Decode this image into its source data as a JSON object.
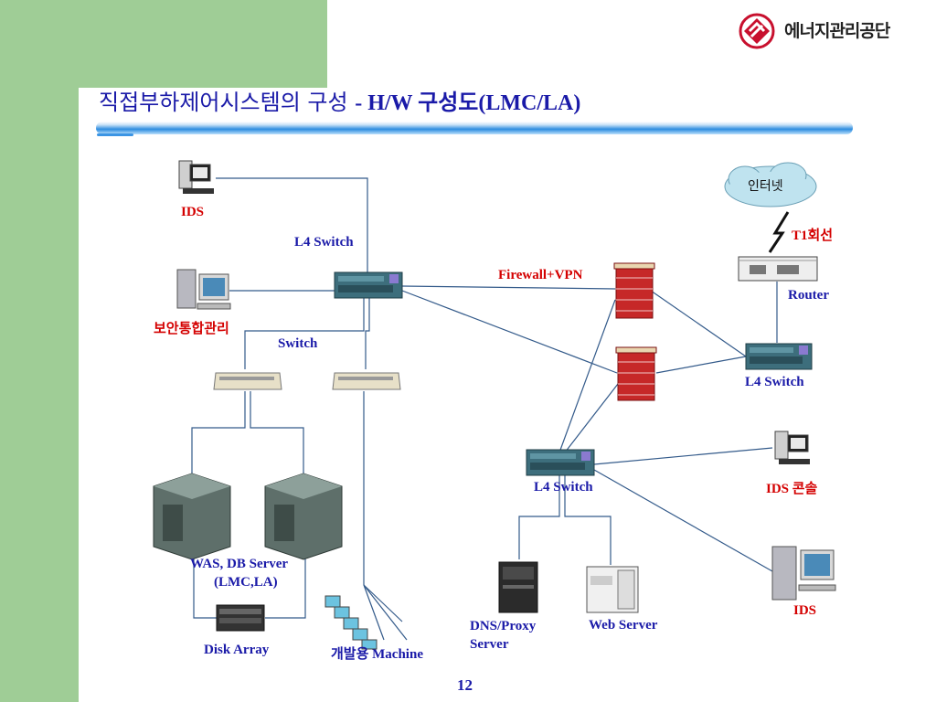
{
  "header": {
    "title_main": "직접부하제어시스템의 구성 ",
    "title_sub": "- H/W 구성도(LMC/LA)",
    "logo_text": "에너지관리공단"
  },
  "labels": {
    "ids_top": "IDS",
    "l4_switch_left": "L4 Switch",
    "security_mgmt": "보안통합관리",
    "switch": "Switch",
    "firewall_vpn": "Firewall+VPN",
    "internet": "인터넷",
    "t1_line": "T1회선",
    "router": "Router",
    "l4_switch_right": "L4 Switch",
    "l4_switch_center": "L4 Switch",
    "ids_console": "IDS 콘솔",
    "ids_bottom": "IDS",
    "was_db_server": "WAS, DB Server",
    "was_db_sub": "(LMC,LA)",
    "disk_array": "Disk Array",
    "dev_machine": "개발용 Machine",
    "dns_proxy_1": "DNS/Proxy",
    "dns_proxy_2": "Server",
    "web_server": "Web Server"
  },
  "page_number": "12",
  "colors": {
    "accent_green": "#9fcd96",
    "title_blue": "#1a1aa8",
    "label_red": "#d40000",
    "line_color": "#335a8a"
  }
}
